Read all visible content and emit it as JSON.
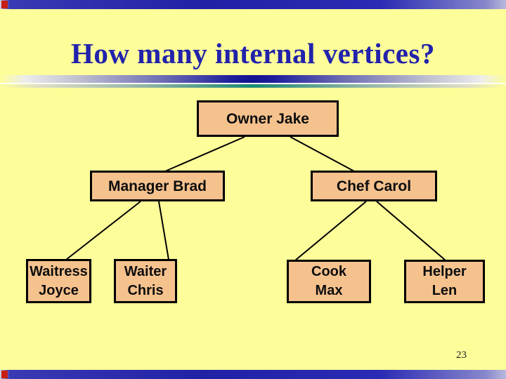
{
  "slide": {
    "title": "How many internal vertices?",
    "page_number": "23"
  },
  "boxes": {
    "owner": {
      "line1": "Owner Jake"
    },
    "manager": {
      "line1": "Manager Brad"
    },
    "chef": {
      "line1": "Chef Carol"
    },
    "waitress": {
      "line1": "Waitress",
      "line2": "Joyce"
    },
    "waiter": {
      "line1": "Waiter",
      "line2": "Chris"
    },
    "cook": {
      "line1": "Cook",
      "line2": "Max"
    },
    "helper": {
      "line1": "Helper",
      "line2": "Len"
    }
  },
  "tree": {
    "root": "Owner Jake",
    "edges": [
      [
        "Owner Jake",
        "Manager Brad"
      ],
      [
        "Owner Jake",
        "Chef Carol"
      ],
      [
        "Manager Brad",
        "Waitress Joyce"
      ],
      [
        "Manager Brad",
        "Waiter Chris"
      ],
      [
        "Chef Carol",
        "Cook Max"
      ],
      [
        "Chef Carol",
        "Helper Len"
      ]
    ]
  },
  "colors": {
    "background": "#FDFD9A",
    "title_text": "#2222AC",
    "box_fill": "#F5C28E",
    "box_border": "#000000",
    "bar_blue": "#2121A6",
    "bar_red_accent": "#C81E14",
    "divider_navy": "#12128E",
    "divider_teal": "#1B8A75",
    "connector": "#000000"
  }
}
